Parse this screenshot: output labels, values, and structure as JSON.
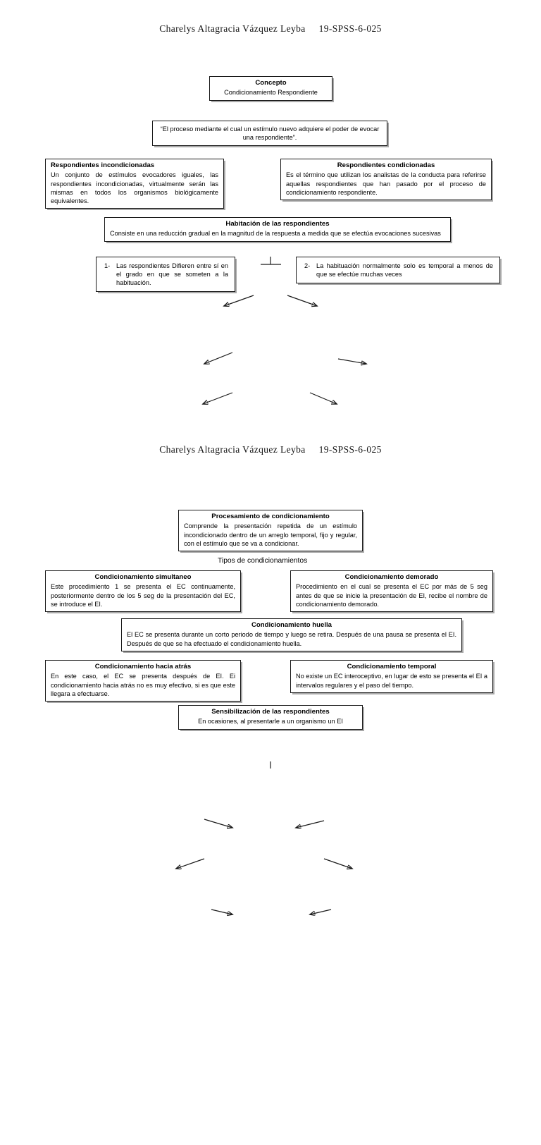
{
  "document": {
    "header_text": "Charelys Altagracia Vázquez Leyba     19-SPSS-6-025",
    "header_text_2": "Charelys Altagracia Vázquez Leyba     19-SPSS-6-025"
  },
  "page1": {
    "concepto": {
      "title": "Concepto",
      "body": "Condicionamiento Respondiente"
    },
    "quote": {
      "body": "“El proceso mediante el cual un estímulo nuevo adquiere el poder de evocar una respondiente”."
    },
    "incondicionadas": {
      "title": "Respondientes incondicionadas",
      "body": "Un conjunto de estímulos evocadores iguales, las respondientes incondicionadas, virtualmente serán las mismas en todos los organismos biológicamente equivalentes."
    },
    "condicionadas": {
      "title": "Respondientes condicionadas",
      "body": "Es el término que utilizan los analistas de la conducta para referirse aquellas respondientes que han pasado por el proceso de condicionamiento respondiente."
    },
    "habitacion": {
      "title": "Habitación de las respondientes",
      "body": "Consiste en una reducción gradual en la magnitud de la respuesta a medida que se efectúa evocaciones sucesivas"
    },
    "item1": {
      "number": "1-",
      "body": "Las respondientes Difieren entre sí en el grado en que se someten a la habituación."
    },
    "item2": {
      "number": "2-",
      "body": "La habituación normalmente solo es temporal a menos de que se efectúe muchas veces"
    }
  },
  "page2": {
    "procesamiento": {
      "title": "Procesamiento de condicionamiento",
      "body": "Comprende la presentación repetida de un estímulo incondicionado dentro de un arreglo temporal, fijo y regular, con el estímulo que se va a condicionar."
    },
    "tipos_label": "Tipos de condicionamientos",
    "simultaneo": {
      "title": "Condicionamiento simultaneo",
      "body": "Este procedimiento 1 se presenta el EC continuamente, posteriormente dentro de los 5 seg de la presentación del EC, se introduce el EI."
    },
    "demorado": {
      "title": "Condicionamiento demorado",
      "body": "Procedimiento en el cual se presenta el EC por más de 5 seg antes de que se inicie la presentación de EI, recibe el nombre de condicionamiento demorado."
    },
    "huella": {
      "title": "Condicionamiento huella",
      "body": "El EC se presenta durante un corto periodo de tiempo y luego se retira. Después de una pausa se presenta el EI. Después de que se ha efectuado el condicionamiento huella."
    },
    "hacia_atras": {
      "title": "Condicionamiento hacia atrás",
      "body": "En este caso, el EC se presenta después de EI. Ei condicionamiento hacia atrás no es muy efectivo, si es que este llegara a efectuarse."
    },
    "temporal": {
      "title": "Condicionamiento temporal",
      "body": "No existe un EC interoceptivo, en lugar de esto se presenta el EI a intervalos regulares y el paso del tiempo."
    },
    "sensibilizacion": {
      "title": "Sensibilización de las respondientes",
      "body": "En ocasiones, al presentarle a un organismo un EI"
    }
  }
}
